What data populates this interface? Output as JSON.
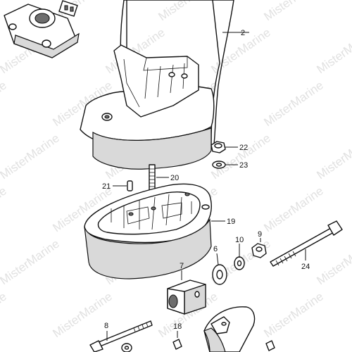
{
  "diagram": {
    "watermark_text": "MisterMarine",
    "callouts": {
      "p2": "2",
      "p6": "6",
      "p7": "7",
      "p8": "8",
      "p9": "9",
      "p10": "10",
      "p18": "18",
      "p19": "19",
      "p20": "20",
      "p21": "21",
      "p22": "22",
      "p23": "23",
      "p24": "24"
    }
  },
  "colors": {
    "line": "#111111",
    "shade": "#d9d9d9",
    "dark": "#6d6d6d",
    "watermark": "#c9c9c9"
  }
}
